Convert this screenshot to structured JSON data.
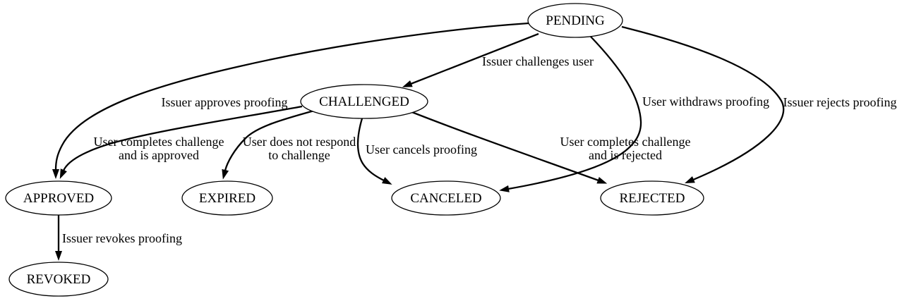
{
  "diagram": {
    "type": "state-machine",
    "colors": {
      "background": "#ffffff",
      "node_fill": "#ffffff",
      "node_stroke": "#000000",
      "edge_stroke": "#000000",
      "text": "#000000"
    },
    "nodes": [
      {
        "id": "pending",
        "label": "PENDING"
      },
      {
        "id": "challenged",
        "label": "CHALLENGED"
      },
      {
        "id": "approved",
        "label": "APPROVED"
      },
      {
        "id": "expired",
        "label": "EXPIRED"
      },
      {
        "id": "canceled",
        "label": "CANCELED"
      },
      {
        "id": "rejected",
        "label": "REJECTED"
      },
      {
        "id": "revoked",
        "label": "REVOKED"
      }
    ],
    "edges": [
      {
        "from": "PENDING",
        "to": "CHALLENGED",
        "label": "Issuer challenges user",
        "label_lines": [
          "Issuer challenges user"
        ]
      },
      {
        "from": "PENDING",
        "to": "APPROVED",
        "label": "Issuer approves proofing",
        "label_lines": [
          "Issuer approves proofing"
        ]
      },
      {
        "from": "PENDING",
        "to": "CANCELED",
        "label": "User withdraws proofing",
        "label_lines": [
          "User withdraws proofing"
        ]
      },
      {
        "from": "PENDING",
        "to": "REJECTED",
        "label": "Issuer rejects proofing",
        "label_lines": [
          "Issuer rejects proofing"
        ]
      },
      {
        "from": "CHALLENGED",
        "to": "APPROVED",
        "label": "User completes challenge and is approved",
        "label_lines": [
          "User completes challenge",
          "and is approved"
        ]
      },
      {
        "from": "CHALLENGED",
        "to": "EXPIRED",
        "label": "User does not respond to challenge",
        "label_lines": [
          "User does not respond",
          "to challenge"
        ]
      },
      {
        "from": "CHALLENGED",
        "to": "CANCELED",
        "label": "User cancels proofing",
        "label_lines": [
          "User cancels proofing"
        ]
      },
      {
        "from": "CHALLENGED",
        "to": "REJECTED",
        "label": "User completes challenge and is rejected",
        "label_lines": [
          "User completes challenge",
          "and is rejected"
        ]
      },
      {
        "from": "APPROVED",
        "to": "REVOKED",
        "label": "Issuer revokes proofing",
        "label_lines": [
          "Issuer revokes proofing"
        ]
      }
    ]
  }
}
